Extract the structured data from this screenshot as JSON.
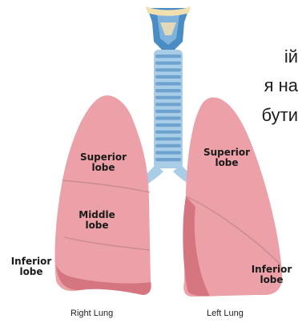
{
  "text_lines": [
    "ій",
    "я на",
    "бути"
  ],
  "labels": {
    "right_superior": [
      "Superior",
      "lobe"
    ],
    "right_middle": [
      "Middle",
      "lobe"
    ],
    "right_inferior": [
      "Inferior",
      "lobe"
    ],
    "left_superior": [
      "Superior",
      "lobe"
    ],
    "left_inferior": [
      "Inferior",
      "lobe"
    ],
    "right_lung": "Right Lung",
    "left_lung": "Left Lung"
  },
  "colors": {
    "lung": "#eba1a7",
    "lung_shade": "#d4757f",
    "trachea": "#a9cde6",
    "trachea_ring": "#6fa3cf",
    "larynx": "#4a8cc4",
    "cartilage": "#f2dfb0"
  }
}
